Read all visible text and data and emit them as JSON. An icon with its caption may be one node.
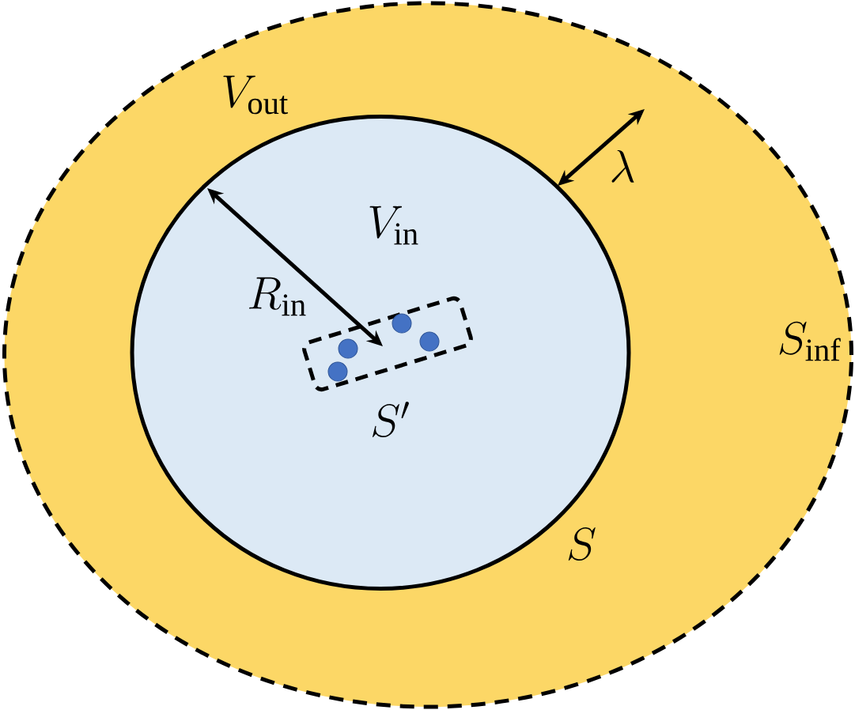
{
  "diagram": {
    "nodes": [
      {
        "text": [
          "V_{\\mathrm{out}}"
        ],
        "beside": [
          "S_{\\mathrm{inf}}"
        ]
      },
      {
        "text": [
          "V_{\\mathrm{in}}"
        ],
        "beside": [
          "S"
        ],
        "in": 0
      },
      {
        "text": [],
        "shape": "box",
        "beside": [
          "S'"
        ],
        "in": 1
      },
      {
        "text": [],
        "shape": "circle",
        "in": 2
      },
      {
        "text": [],
        "shape": "circle",
        "in": 2
      },
      {
        "text": [],
        "shape": "circle",
        "in": 2
      },
      {
        "text": [],
        "shape": "circle",
        "in": 2
      }
    ],
    "labels": [
      "R_{\\mathrm{in}}",
      "\\lambda"
    ]
  }
}
